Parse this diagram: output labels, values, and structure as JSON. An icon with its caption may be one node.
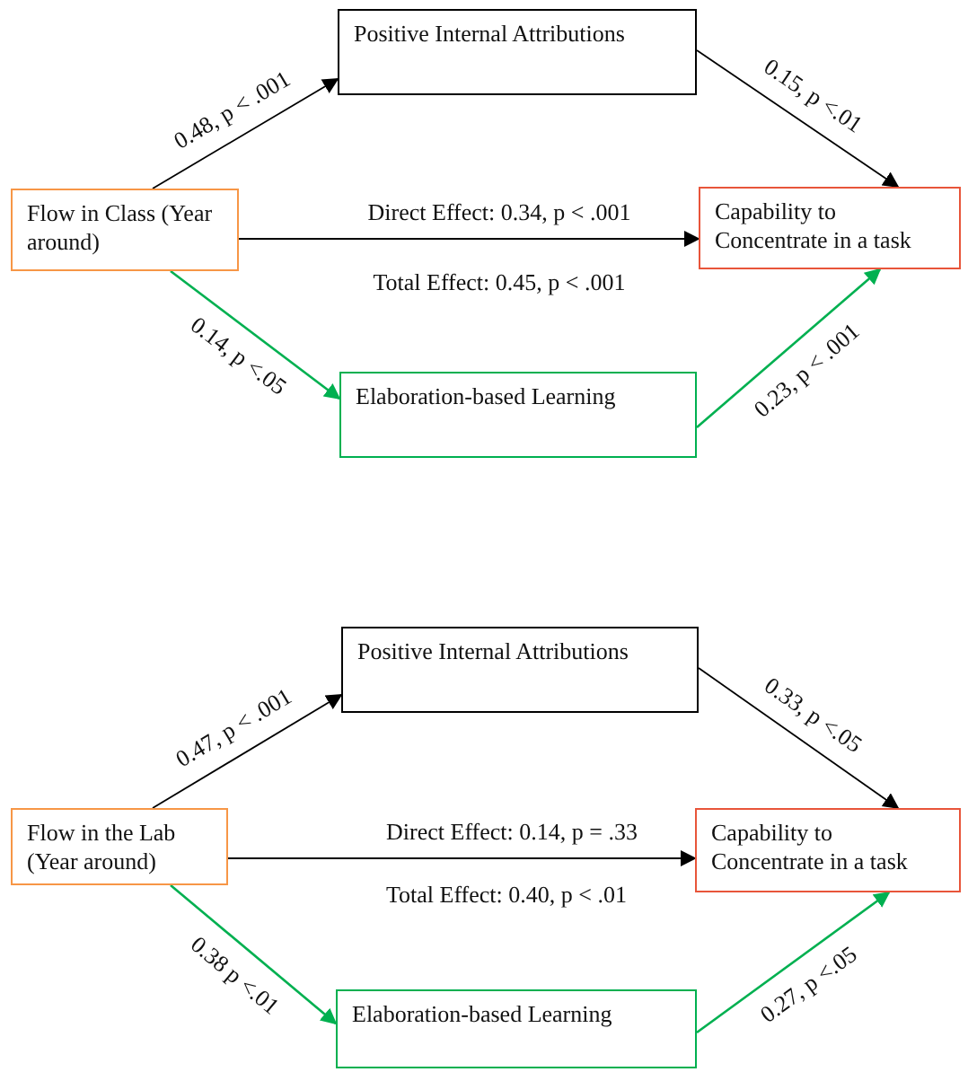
{
  "diagram": {
    "nodes": [
      {
        "text": [
          "Positive Internal Attributions"
        ]
      },
      {
        "text": [
          "Flow in Class (Year around)"
        ]
      },
      {
        "text": [
          "Capability to Concentrate in a task"
        ]
      },
      {
        "text": [
          "Elaboration-based Learning"
        ]
      },
      {
        "text": [
          "Positive Internal Attributions"
        ]
      },
      {
        "text": [
          "Flow in the Lab (Year around)"
        ]
      },
      {
        "text": [
          "Capability to Concentrate in a task"
        ]
      },
      {
        "text": [
          "Elaboration-based Learning"
        ]
      }
    ],
    "edges": [
      {
        "from": 1,
        "to": 0,
        "arrow": "to",
        "label": "0.48, p < .001"
      },
      {
        "from": 0,
        "to": 2,
        "arrow": "to",
        "label": "0.15, p <.01"
      },
      {
        "from": 1,
        "to": 2,
        "arrow": "to",
        "label": "Direct Effect: 0.34, p < .001"
      },
      {
        "from": 1,
        "to": 3,
        "arrow": "to",
        "label": "0.14, p <.05",
        "color": "#00b050"
      },
      {
        "from": 3,
        "to": 2,
        "arrow": "to",
        "label": "0.23, p < .001",
        "color": "#00b050"
      },
      {
        "from": 5,
        "to": 4,
        "arrow": "to",
        "label": "0.47, p < .001"
      },
      {
        "from": 4,
        "to": 6,
        "arrow": "to",
        "label": "0.33, p <.05"
      },
      {
        "from": 5,
        "to": 6,
        "arrow": "to",
        "label": "Direct Effect: 0.14, p = .33"
      },
      {
        "from": 5,
        "to": 7,
        "arrow": "to",
        "label": "0.38 p <.01",
        "color": "#00b050"
      },
      {
        "from": 7,
        "to": 6,
        "arrow": "to",
        "label": "0.27, p <.05",
        "color": "#00b050"
      }
    ],
    "labels": [
      "Total Effect:  0.45, p < .001",
      "Total Effect: 0.40, p < .01"
    ]
  }
}
